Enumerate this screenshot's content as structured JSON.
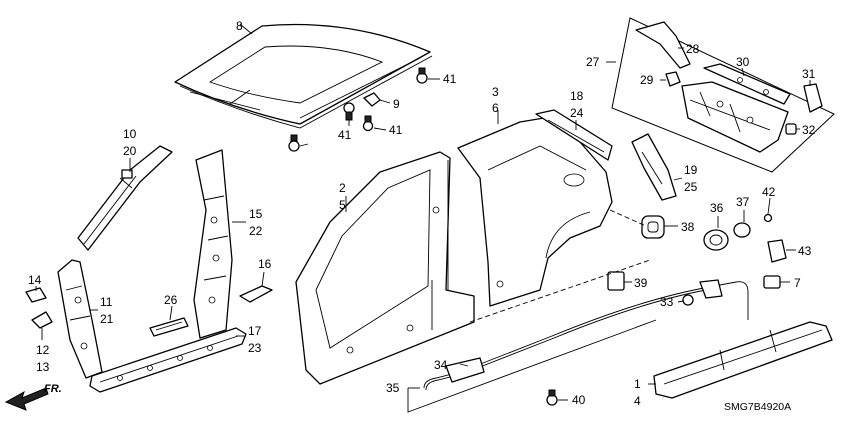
{
  "callouts": [
    "8",
    "41",
    "9",
    "41",
    "41",
    "10",
    "20",
    "15",
    "22",
    "16",
    "14",
    "11",
    "21",
    "12",
    "13",
    "26",
    "17",
    "23",
    "2",
    "5",
    "3",
    "6",
    "18",
    "24",
    "19",
    "25",
    "27",
    "28",
    "29",
    "30",
    "31",
    "32",
    "36",
    "37",
    "42",
    "38",
    "43",
    "7",
    "39",
    "33",
    "34",
    "35",
    "40",
    "1",
    "4"
  ],
  "direction_label": "FR.",
  "diagram_code": "SMG7B4920A"
}
